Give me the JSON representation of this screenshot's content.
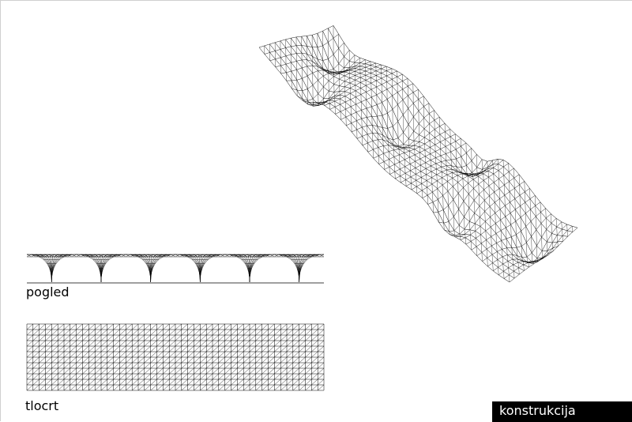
{
  "sheet": {
    "title": "konstrukcija",
    "title_bg_color": "#000000",
    "title_text_color": "#ffffff",
    "line_color": "#000000"
  },
  "views": {
    "elevation_label": "pogled",
    "plan_label": "tlocrt"
  },
  "structure": {
    "column_supports": 6,
    "perspective_supports": 6
  }
}
